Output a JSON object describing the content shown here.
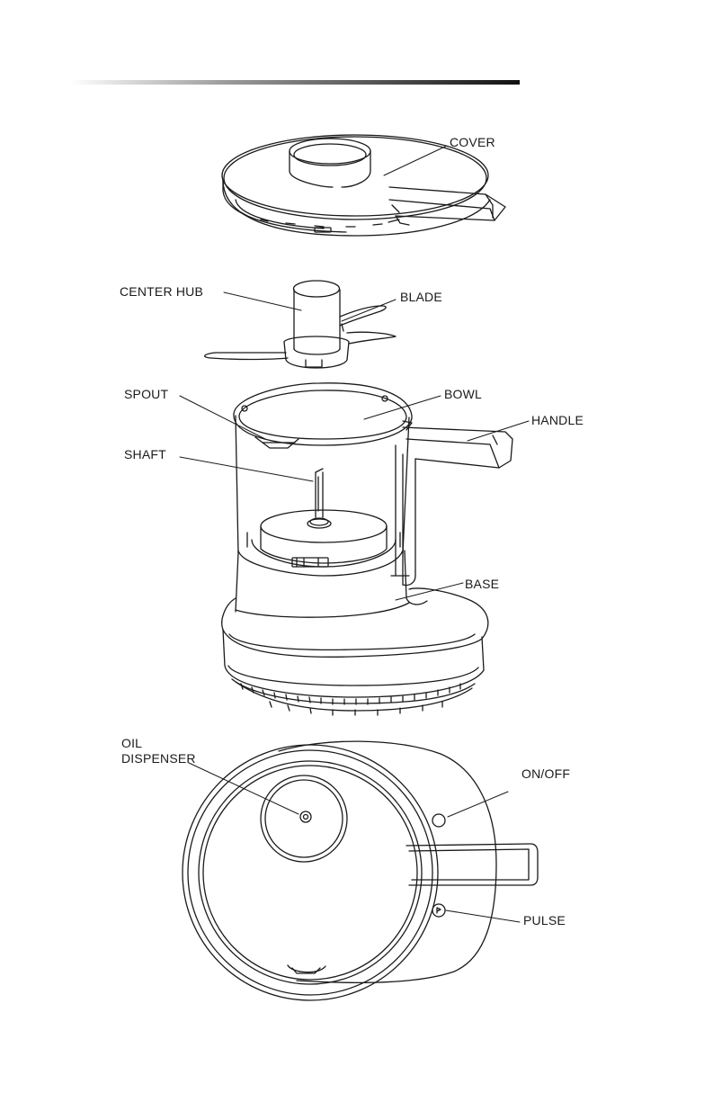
{
  "labels": {
    "cover": "COVER",
    "center_hub": "CENTER HUB",
    "blade": "BLADE",
    "spout": "SPOUT",
    "bowl": "BOWL",
    "handle": "HANDLE",
    "shaft": "SHAFT",
    "base": "BASE",
    "oil_dispenser_line1": "OIL",
    "oil_dispenser_line2": "DISPENSER",
    "on_off": "ON/OFF",
    "pulse": "PULSE"
  },
  "colors": {
    "stroke": "#1a1a1a",
    "header_bar_dark": "#111111",
    "header_bar_light": "#ffffff"
  }
}
